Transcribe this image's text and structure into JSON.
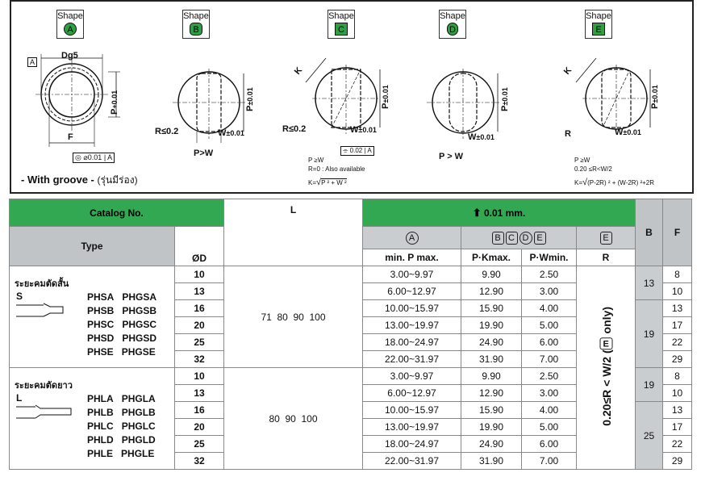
{
  "shapes": {
    "label": "Shape",
    "letters": [
      "A",
      "B",
      "C",
      "D",
      "E"
    ]
  },
  "drawing_a": {
    "ref_box": "A",
    "dg": "Dg5",
    "p": "P",
    "tol": "+0.01",
    "tol0": "0",
    "f": "F",
    "concentricity_tol": "⌀0.01",
    "concentricity_ref": "A"
  },
  "drawing_b": {
    "r": "R≤0.2",
    "w": "W",
    "w_tol": "±0.01",
    "p": "P",
    "p_tol": "±0.01",
    "cond": "P>W"
  },
  "drawing_c": {
    "k": "K",
    "r": "R≤0.2",
    "w": "W",
    "w_tol": "±0.01",
    "p": "P",
    "p_tol": "±0.01",
    "cond1": "P ≥W",
    "sym_tol": "0.02",
    "sym_ref": "A",
    "cond2": "R=0 : Also available",
    "formula_k": "K=",
    "formula_body": "P ² + W ²"
  },
  "drawing_d": {
    "w": "W",
    "w_tol": "±0.01",
    "p": "P",
    "p_tol": "±0.01",
    "cond": "P > W"
  },
  "drawing_e": {
    "k": "K",
    "r": "R",
    "w": "W",
    "w_tol": "±0.01",
    "p": "P",
    "p_tol": "±0.01",
    "cond1": "P ≥W",
    "cond2": "0.20 ≤R<W/2",
    "formula_k": "K=",
    "formula_body": "(P-2R) ² + (W-2R) ²+2R"
  },
  "groove": {
    "text": "- With groove -",
    "thai": "(รุ่นมีร่อง)"
  },
  "table": {
    "catalog_no": "Catalog No.",
    "type": "Type",
    "od": "ØD",
    "l": "L",
    "tolerance": "0.01 mm.",
    "col_a": "A",
    "col_b": "B",
    "col_c": "C",
    "col_d": "D",
    "col_e": "E",
    "min_p": "min. P max.",
    "pk": "P·Kmax.",
    "pw": "P·Wmin.",
    "r": "R",
    "b": "B",
    "f": "F",
    "r_note": "0.20≤R < W/2 (",
    "r_note_e": "E",
    "r_note_end": " only)",
    "groups": [
      {
        "thai": "ระยะคมตัดสั้น",
        "letter": "S",
        "codes": [
          [
            "PHSA",
            "PHGSA"
          ],
          [
            "PHSB",
            "PHGSB"
          ],
          [
            "PHSC",
            "PHGSC"
          ],
          [
            "PHSD",
            "PHGSD"
          ],
          [
            "PHSE",
            "PHGSE"
          ]
        ],
        "l_values": "71  80  90  100",
        "rows": [
          {
            "od": "10",
            "p": "3.00~9.97",
            "pk": "9.90",
            "pw": "2.50",
            "f": "8"
          },
          {
            "od": "13",
            "p": "6.00~12.97",
            "pk": "12.90",
            "pw": "3.00",
            "f": "10"
          },
          {
            "od": "16",
            "p": "10.00~15.97",
            "pk": "15.90",
            "pw": "4.00",
            "f": "13"
          },
          {
            "od": "20",
            "p": "13.00~19.97",
            "pk": "19.90",
            "pw": "5.00",
            "f": "17"
          },
          {
            "od": "25",
            "p": "18.00~24.97",
            "pk": "24.90",
            "pw": "6.00",
            "f": "22"
          },
          {
            "od": "32",
            "p": "22.00~31.97",
            "pk": "31.90",
            "pw": "7.00",
            "f": "29"
          }
        ],
        "b_values": [
          "13",
          "19"
        ]
      },
      {
        "thai": "ระยะคมตัดยาว",
        "letter": "L",
        "codes": [
          [
            "PHLA",
            "PHGLA"
          ],
          [
            "PHLB",
            "PHGLB"
          ],
          [
            "PHLC",
            "PHGLC"
          ],
          [
            "PHLD",
            "PHGLD"
          ],
          [
            "PHLE",
            "PHGLE"
          ]
        ],
        "l_values": "80  90  100",
        "rows": [
          {
            "od": "10",
            "p": "3.00~9.97",
            "pk": "9.90",
            "pw": "2.50",
            "f": "8"
          },
          {
            "od": "13",
            "p": "6.00~12.97",
            "pk": "12.90",
            "pw": "3.00",
            "f": "10"
          },
          {
            "od": "16",
            "p": "10.00~15.97",
            "pk": "15.90",
            "pw": "4.00",
            "f": "13"
          },
          {
            "od": "20",
            "p": "13.00~19.97",
            "pk": "19.90",
            "pw": "5.00",
            "f": "17"
          },
          {
            "od": "25",
            "p": "18.00~24.97",
            "pk": "24.90",
            "pw": "6.00",
            "f": "22"
          },
          {
            "od": "32",
            "p": "22.00~31.97",
            "pk": "31.90",
            "pw": "7.00",
            "f": "29"
          }
        ],
        "b_values": [
          "19",
          "25"
        ]
      }
    ]
  }
}
